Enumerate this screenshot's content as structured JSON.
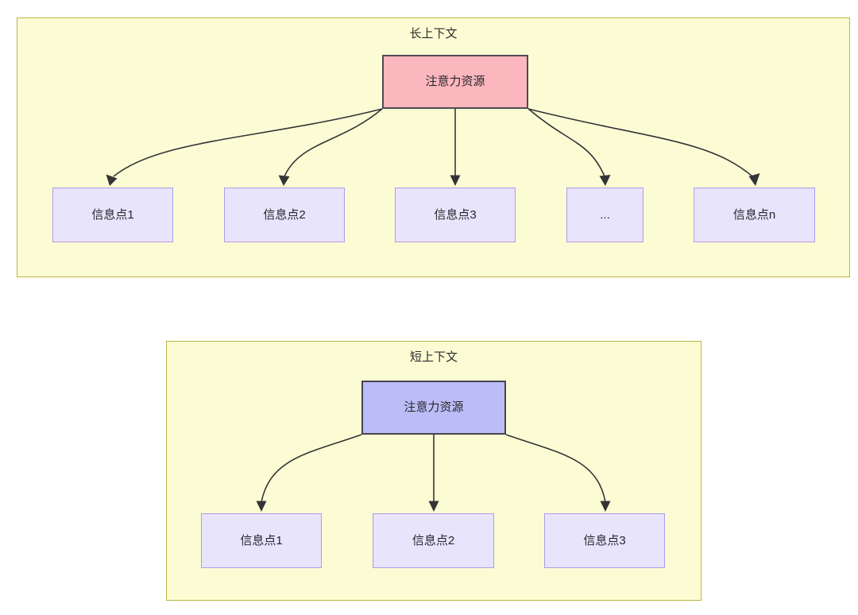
{
  "diagrams": [
    {
      "id": "long-context",
      "title": "长上下文",
      "root": {
        "label": "注意力资源",
        "fill": "#fbb7bd",
        "stroke": "#4d4b52"
      },
      "leaves": [
        {
          "label": "信息点1"
        },
        {
          "label": "信息点2"
        },
        {
          "label": "信息点3"
        },
        {
          "label": "..."
        },
        {
          "label": "信息点n"
        }
      ],
      "leaf_style": {
        "fill": "#e8e4fc",
        "stroke": "#b09bea"
      },
      "container_style": {
        "fill": "#fcfcd4",
        "stroke": "#b8b841"
      }
    },
    {
      "id": "short-context",
      "title": "短上下文",
      "root": {
        "label": "注意力资源",
        "fill": "#bcbdf7",
        "stroke": "#46454c"
      },
      "leaves": [
        {
          "label": "信息点1"
        },
        {
          "label": "信息点2"
        },
        {
          "label": "信息点3"
        }
      ],
      "leaf_style": {
        "fill": "#e8e4fc",
        "stroke": "#b09bea"
      },
      "container_style": {
        "fill": "#fcfcd4",
        "stroke": "#b8b841"
      }
    }
  ],
  "edge_color": "#333338",
  "text_color": "#26272b"
}
